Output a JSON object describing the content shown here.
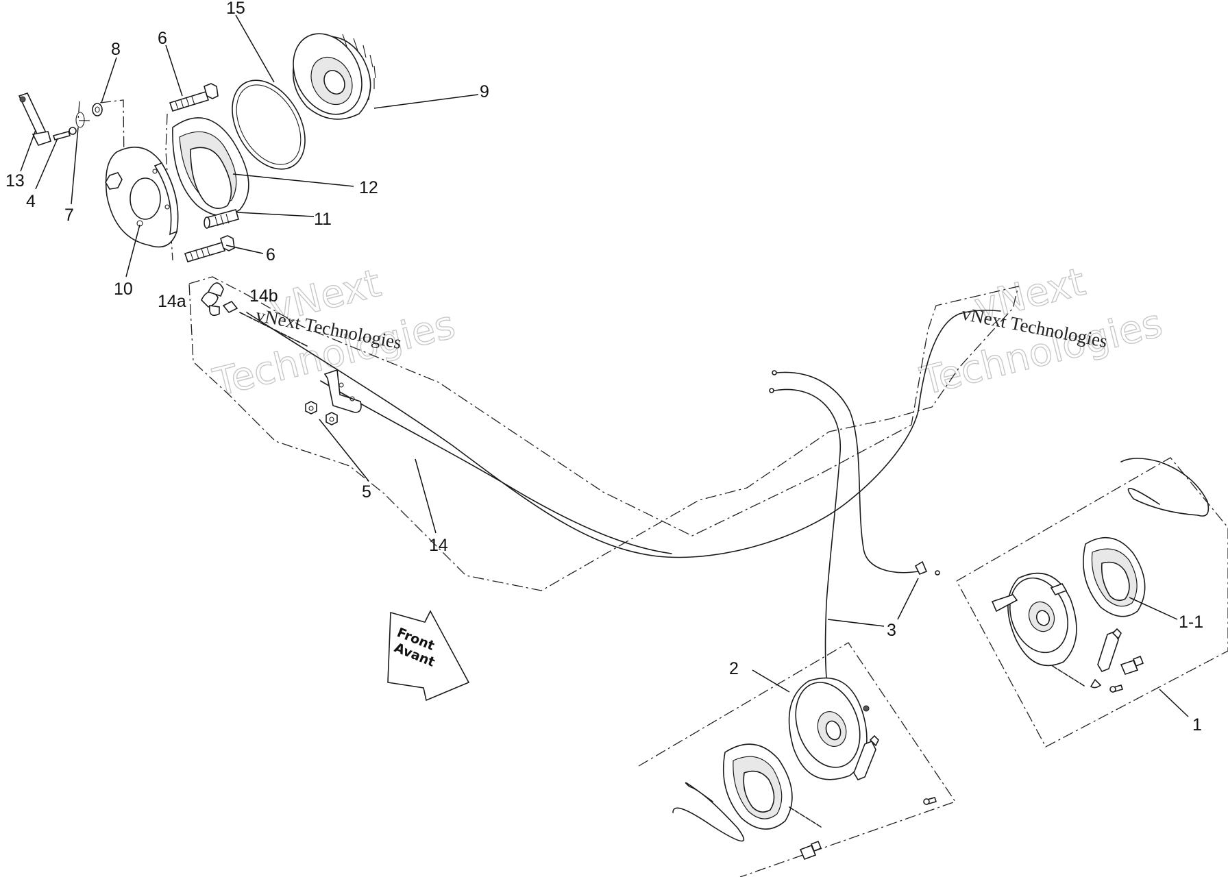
{
  "callouts": {
    "c15": "15",
    "c6_top": "6",
    "c8": "8",
    "c9": "9",
    "c13": "13",
    "c4": "4",
    "c7": "7",
    "c12": "12",
    "c11": "11",
    "c6_bottom": "6",
    "c10": "10",
    "c14a": "14a",
    "c14b": "14b",
    "c5": "5",
    "c14": "14",
    "c3": "3",
    "c2": "2",
    "c1_1": "1-1",
    "c1": "1"
  },
  "direction_arrow": {
    "line1": "Front",
    "line2": "Avant"
  },
  "watermark": {
    "outline_line1": "vNext",
    "outline_line2": "Technologies",
    "serif_text": "vNext Technologies"
  }
}
